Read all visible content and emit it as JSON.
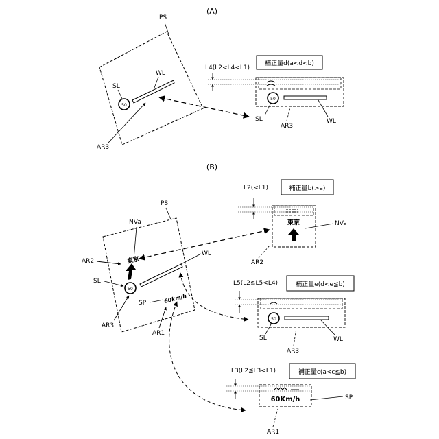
{
  "panel_a": {
    "heading": "(A)",
    "ps_label": "PS",
    "wl_label": "WL",
    "sl_label": "SL",
    "ar3_label": "AR3",
    "sign_value": "50",
    "l4_label": "L4(L2<L4<L1)",
    "correction_box": "補正量d(a<d<b)",
    "sl_label_zoom": "SL",
    "ar3_label_zoom": "AR3",
    "wl_label_zoom": "WL",
    "sign_value_zoom": "50"
  },
  "panel_b": {
    "heading": "(B)",
    "ps_label": "PS",
    "nva_label": "NVa",
    "nav_text": "東京",
    "ar2_label": "AR2",
    "wl_label": "WL",
    "sl_label": "SL",
    "ar3_label": "AR3",
    "sp_label": "SP",
    "ar1_label": "AR1",
    "speed_text": "60km/h",
    "sign_value": "50",
    "l2_label": "L2(<L1)",
    "box_b": "補正量b(>a)",
    "nav_text_zoom": "東京",
    "nva_label_zoom": "NVa",
    "ar2_label_zoom": "AR2",
    "l5_label": "L5(L2≦L5<L4)",
    "box_e": "補正量e(d<e≦b)",
    "sl_label_zoom": "SL",
    "wl_label_zoom": "WL",
    "ar3_label_zoom": "AR3",
    "sign_value_zoom": "50",
    "l3_label": "L3(L2≦L3<L1)",
    "box_c": "補正量c(a<c≦b)",
    "speed_text_zoom": "60Km/h",
    "sp_label_zoom": "SP",
    "ar1_label_zoom": "AR1"
  }
}
